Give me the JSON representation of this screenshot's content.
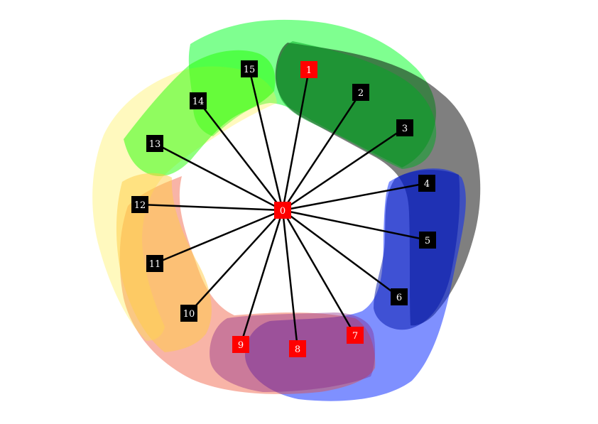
{
  "diagram": {
    "type": "star-graph-hypergraph",
    "hub": {
      "id": "hub",
      "label": "0",
      "color": "#ff0000"
    },
    "nodes": [
      {
        "id": "n1",
        "label": "1",
        "color": "#ff0000"
      },
      {
        "id": "n2",
        "label": "2",
        "color": "#000000"
      },
      {
        "id": "n3",
        "label": "3",
        "color": "#000000"
      },
      {
        "id": "n4",
        "label": "4",
        "color": "#000000"
      },
      {
        "id": "n5",
        "label": "5",
        "color": "#000000"
      },
      {
        "id": "n6",
        "label": "6",
        "color": "#000000"
      },
      {
        "id": "n7",
        "label": "7",
        "color": "#ff0000"
      },
      {
        "id": "n8",
        "label": "8",
        "color": "#ff0000"
      },
      {
        "id": "n9",
        "label": "9",
        "color": "#ff0000"
      },
      {
        "id": "n10",
        "label": "10",
        "color": "#000000"
      },
      {
        "id": "n11",
        "label": "11",
        "color": "#000000"
      },
      {
        "id": "n12",
        "label": "12",
        "color": "#000000"
      },
      {
        "id": "n13",
        "label": "13",
        "color": "#000000"
      },
      {
        "id": "n14",
        "label": "14",
        "color": "#000000"
      },
      {
        "id": "n15",
        "label": "15",
        "color": "#000000"
      }
    ],
    "edges": [
      [
        "hub",
        "n1"
      ],
      [
        "hub",
        "n2"
      ],
      [
        "hub",
        "n3"
      ],
      [
        "hub",
        "n4"
      ],
      [
        "hub",
        "n5"
      ],
      [
        "hub",
        "n6"
      ],
      [
        "hub",
        "n7"
      ],
      [
        "hub",
        "n8"
      ],
      [
        "hub",
        "n9"
      ],
      [
        "hub",
        "n10"
      ],
      [
        "hub",
        "n11"
      ],
      [
        "hub",
        "n12"
      ],
      [
        "hub",
        "n13"
      ],
      [
        "hub",
        "n14"
      ],
      [
        "hub",
        "n15"
      ]
    ],
    "groups": [
      {
        "id": "green-light",
        "members": [
          "n14",
          "n15",
          "n1",
          "n2",
          "n3"
        ],
        "color": "#00ff22"
      },
      {
        "id": "gray",
        "members": [
          "n1",
          "n2",
          "n3",
          "n4",
          "n5",
          "n6"
        ],
        "color": "#000000"
      },
      {
        "id": "blue",
        "members": [
          "n4",
          "n5",
          "n6",
          "n7",
          "n8"
        ],
        "color": "#0022ff"
      },
      {
        "id": "salmon",
        "members": [
          "n8",
          "n9",
          "n10",
          "n11",
          "n12"
        ],
        "color": "#ee4422"
      },
      {
        "id": "yellow",
        "members": [
          "n11",
          "n12",
          "n13",
          "n14"
        ],
        "color": "#ffee44"
      },
      {
        "id": "green-mid",
        "members": [
          "n13",
          "n14",
          "n15"
        ],
        "color": "#22ff00"
      },
      {
        "id": "dark-green",
        "members": [
          "n1",
          "n2",
          "n3"
        ],
        "color": "#00aa22"
      },
      {
        "id": "dark-blue",
        "members": [
          "n4",
          "n5",
          "n6"
        ],
        "color": "#0011aa"
      },
      {
        "id": "orange",
        "members": [
          "n10",
          "n11",
          "n12"
        ],
        "color": "#ffcc44"
      },
      {
        "id": "purple",
        "members": [
          "n7",
          "n8",
          "n9"
        ],
        "color": "#882288"
      }
    ]
  }
}
